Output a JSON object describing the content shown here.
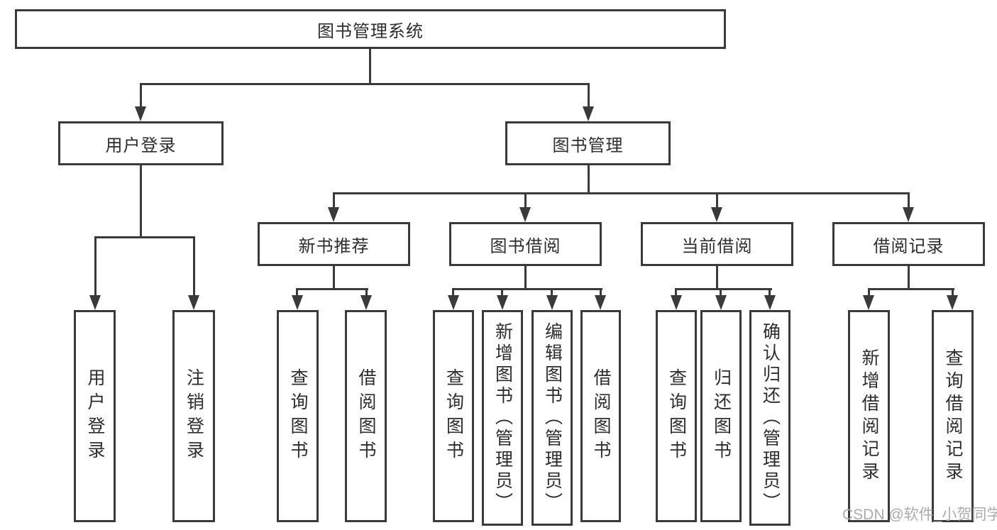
{
  "tree": {
    "label": "图书管理系统",
    "children": [
      {
        "label": "用户登录",
        "children": [
          {
            "label": "用户登录"
          },
          {
            "label": "注销登录"
          }
        ]
      },
      {
        "label": "图书管理",
        "children": [
          {
            "label": "新书推荐",
            "children": [
              {
                "label": "查询图书"
              },
              {
                "label": "借阅图书"
              }
            ]
          },
          {
            "label": "图书借阅",
            "children": [
              {
                "label": "查询图书"
              },
              {
                "label": "新增图书（管理员）"
              },
              {
                "label": "编辑图书（管理员）"
              },
              {
                "label": "借阅图书"
              }
            ]
          },
          {
            "label": "当前借阅",
            "children": [
              {
                "label": "查询图书"
              },
              {
                "label": "归还图书"
              },
              {
                "label": "确认归还（管理员）"
              }
            ]
          },
          {
            "label": "借阅记录",
            "children": [
              {
                "label": "新增借阅记录"
              },
              {
                "label": "查询借阅记录"
              }
            ]
          }
        ]
      }
    ]
  },
  "watermark": "CSDN @软件_小贺同学",
  "colors": {
    "line": "#3a3a3a",
    "text": "#2d2d2d",
    "background": "#ffffff",
    "watermark": "#abacb0"
  }
}
